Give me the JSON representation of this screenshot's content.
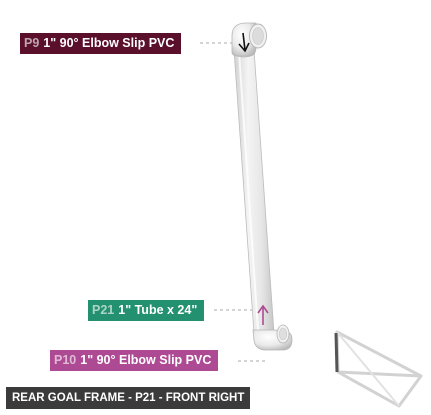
{
  "labels": {
    "p9": {
      "code": "P9",
      "name": "1\" 90° Elbow Slip PVC",
      "color": "#5a0f2b"
    },
    "p21": {
      "code": "P21",
      "name": "1\" Tube x 24\"",
      "color": "#23906f"
    },
    "p10": {
      "code": "P10",
      "name": "1\" 90° Elbow Slip PVC",
      "color": "#ad4a93"
    }
  },
  "caption": "REAR GOAL FRAME - P21 - FRONT RIGHT",
  "icons": {
    "p9_arrow": "arrow-down-icon",
    "p21_arrow": "arrow-up-icon",
    "overview": "goal-frame-thumbnail-icon"
  }
}
